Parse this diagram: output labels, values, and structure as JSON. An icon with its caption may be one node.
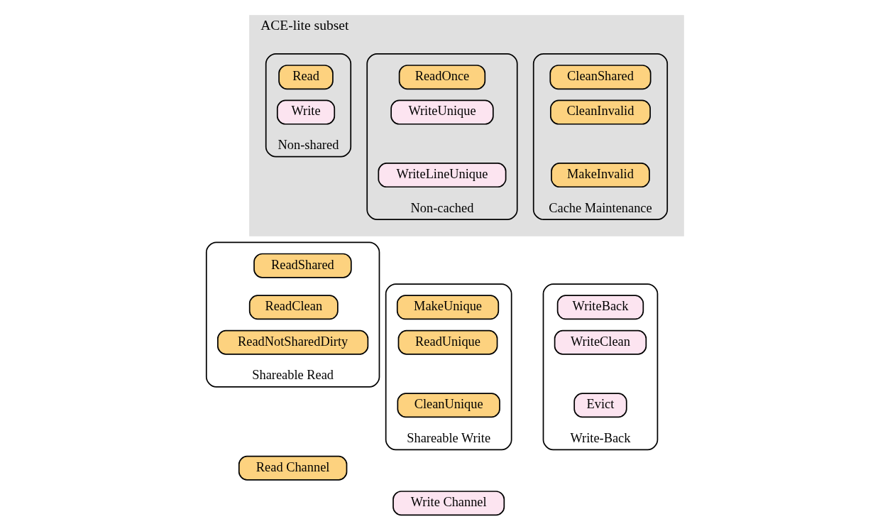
{
  "diagram": {
    "nodes": [
      {
        "text": [
          "ACE-lite subset"
        ]
      },
      {
        "text": [
          "Non-shared"
        ],
        "in": 0
      },
      {
        "text": [
          "Read"
        ],
        "in": 1
      },
      {
        "text": [
          "Write"
        ],
        "in": 1
      },
      {
        "text": [
          "Non-cached"
        ],
        "in": 0
      },
      {
        "text": [
          "ReadOnce"
        ],
        "in": 4
      },
      {
        "text": [
          "WriteUnique"
        ],
        "in": 4
      },
      {
        "text": [
          "WriteLineUnique"
        ],
        "in": 4
      },
      {
        "text": [
          "Cache Maintenance"
        ],
        "in": 0
      },
      {
        "text": [
          "CleanShared"
        ],
        "in": 8
      },
      {
        "text": [
          "CleanInvalid"
        ],
        "in": 8
      },
      {
        "text": [
          "MakeInvalid"
        ],
        "in": 8
      },
      {
        "text": [
          "Shareable Read"
        ]
      },
      {
        "text": [
          "ReadShared"
        ],
        "in": 12
      },
      {
        "text": [
          "ReadClean"
        ],
        "in": 12
      },
      {
        "text": [
          "ReadNotSharedDirty"
        ],
        "in": 12
      },
      {
        "text": [
          "Shareable Write"
        ]
      },
      {
        "text": [
          "MakeUnique"
        ],
        "in": 16
      },
      {
        "text": [
          "ReadUnique"
        ],
        "in": 16
      },
      {
        "text": [
          "CleanUnique"
        ],
        "in": 16
      },
      {
        "text": [
          "Write-Back"
        ]
      },
      {
        "text": [
          "WriteBack"
        ],
        "in": 20
      },
      {
        "text": [
          "WriteClean"
        ],
        "in": 20
      },
      {
        "text": [
          "Evict"
        ],
        "in": 20
      },
      {
        "text": [
          "Read Channel"
        ]
      },
      {
        "text": [
          "Write Channel"
        ]
      }
    ]
  }
}
